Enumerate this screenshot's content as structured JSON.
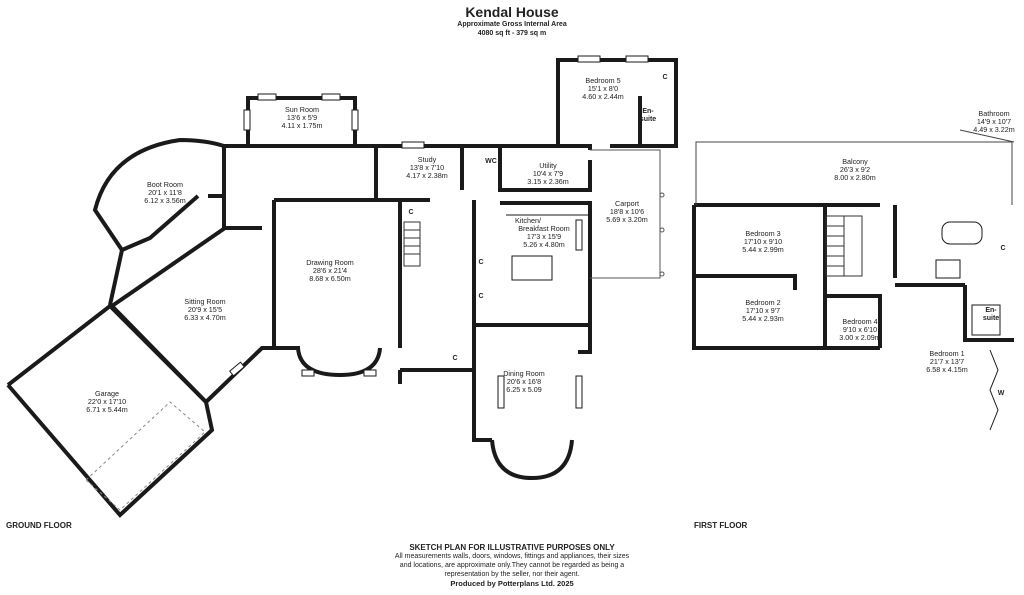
{
  "header": {
    "title": "Kendal House",
    "area_label": "Approximate Gross Internal Area",
    "area_value": "4080 sq ft - 379 sq m"
  },
  "floors": {
    "ground": "GROUND FLOOR",
    "first": "FIRST FLOOR"
  },
  "rooms": {
    "sun_room": {
      "name": "Sun Room",
      "imperial": "13'6 x 5'9",
      "metric": "4.11 x 1.75m"
    },
    "bedroom5": {
      "name": "Bedroom 5",
      "imperial": "15'1 x 8'0",
      "metric": "4.60 x 2.44m"
    },
    "boot_room": {
      "name": "Boot Room",
      "imperial": "20'1 x 11'8",
      "metric": "6.12 x 3.56m"
    },
    "study": {
      "name": "Study",
      "imperial": "13'8 x 7'10",
      "metric": "4.17 x 2.38m"
    },
    "utility": {
      "name": "Utility",
      "imperial": "10'4 x 7'9",
      "metric": "3.15 x 2.36m"
    },
    "carport": {
      "name": "Carport",
      "imperial": "18'8 x 10'6",
      "metric": "5.69 x 3.20m"
    },
    "kitchen_line1": "Kitchen/",
    "kitchen": {
      "name": "Breakfast Room",
      "imperial": "17'3 x 15'9",
      "metric": "5.26 x 4.80m"
    },
    "drawing_room": {
      "name": "Drawing Room",
      "imperial": "28'6 x 21'4",
      "metric": "8.68 x 6.50m"
    },
    "sitting_room": {
      "name": "Sitting Room",
      "imperial": "20'9 x 15'5",
      "metric": "6.33 x 4.70m"
    },
    "garage": {
      "name": "Garage",
      "imperial": "22'0 x 17'10",
      "metric": "6.71 x 5.44m"
    },
    "dining_room": {
      "name": "Dining Room",
      "imperial": "20'6 x 16'8",
      "metric": "6.25 x 5.09"
    },
    "bathroom": {
      "name": "Bathroom",
      "imperial": "14'9 x 10'7",
      "metric": "4.49 x 3.22m"
    },
    "balcony": {
      "name": "Balcony",
      "imperial": "26'3 x 9'2",
      "metric": "8.00 x 2.80m"
    },
    "bedroom3": {
      "name": "Bedroom 3",
      "imperial": "17'10 x 9'10",
      "metric": "5.44 x 2.99m"
    },
    "bedroom2": {
      "name": "Bedroom 2",
      "imperial": "17'10 x 9'7",
      "metric": "5.44 x 2.93m"
    },
    "bedroom4": {
      "name": "Bedroom 4",
      "imperial": "9'10 x 6'10",
      "metric": "3.00 x 2.09m"
    },
    "bedroom1": {
      "name": "Bedroom 1",
      "imperial": "21'7 x 13'7",
      "metric": "6.58 x 4.15m"
    }
  },
  "small_labels": {
    "cupboard": "C",
    "wc": "WC",
    "ensuite_line1": "En-",
    "ensuite_line2": "suite",
    "ensuite_first_line1": "En-",
    "ensuite_first_line2": "suite",
    "wardrobe": "W"
  },
  "footer": {
    "heading": "SKETCH PLAN FOR ILLUSTRATIVE PURPOSES ONLY",
    "line1": "All measurements walls, doors, windows, fittings and appliances, their sizes",
    "line2": "and locations, are approximate only.They cannot be regarded as being a",
    "line3": "representation by the seller, nor their agent.",
    "produced": "Produced by Potterplans Ltd. 2025"
  },
  "colors": {
    "wall": "#1a1a1a",
    "window": "#9a9a9a"
  }
}
